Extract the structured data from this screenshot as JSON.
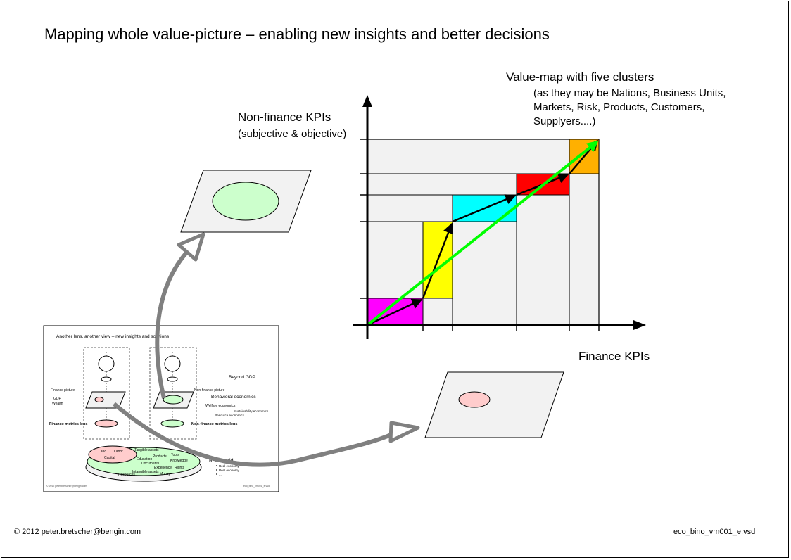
{
  "title": "Mapping whole value-picture – enabling new insights and better decisions",
  "value_map": {
    "title": "Value-map with five clusters",
    "subtitle_lines": [
      "(as they may be Nations, Business Units,",
      "Markets, Risk, Products, Customers,",
      "Supplyers....)"
    ],
    "cluster_colors": [
      "#ff00ff",
      "#ffff00",
      "#00ffff",
      "#ff0000",
      "#ffb000"
    ],
    "trend_color": "#00ff00"
  },
  "non_finance": {
    "title": "Non-finance KPIs",
    "subtitle": "(subjective & objective)"
  },
  "finance": {
    "title": "Finance KPIs"
  },
  "thumbnail": {
    "title": "Another lens, another view – new insights and solutions",
    "beyond_gdp": "Beyond GDP",
    "finance_picture": "Finance picture",
    "gdp": "GDP",
    "wealth": "Wealth",
    "non_finance_picture": "Non-finance picture",
    "behavioral": "Behavioral economics",
    "welfare": "Welfare economics",
    "sustainability": "Sustainability economics",
    "resource": "Resource economics",
    "finance_lens": "Finance metrics lens",
    "non_finance_lens": "Non-finance metrics lens",
    "land": "Land",
    "labor": "Labor",
    "capital": "Capital",
    "tangible": "Tangible assets",
    "products": "Products",
    "tools": "Tools",
    "education": "Education",
    "knowledge": "Knowledge",
    "documents": "Documents",
    "experience": "Experience",
    "rights": "Rights",
    "intangible": "Intangible assets",
    "resources": "Resources",
    "money": "Money",
    "real_world": "Real World",
    "real_economy": "Real economy",
    "real_economy2": "Real economy",
    "dots": "...",
    "footer_left": "© 2012 peter.bretscher@bengin.com",
    "footer_right": "eco_bino_vm001_e.vsd"
  },
  "footer": {
    "copyright": "© 2012 peter.bretscher@bengin.com",
    "filename": "eco_bino_vm001_e.vsd"
  }
}
